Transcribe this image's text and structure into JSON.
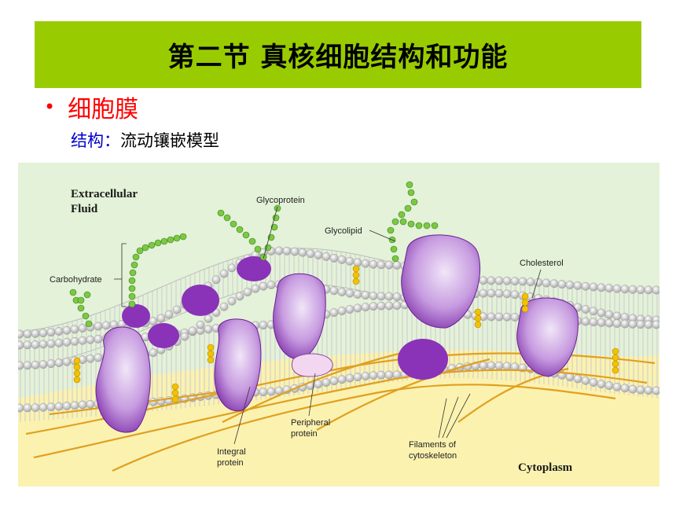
{
  "slide": {
    "title": "第二节 真核细胞结构和功能",
    "bullet": "•",
    "bullet_text": "细胞膜",
    "structure_label": "结构：",
    "structure_value": "流动镶嵌模型"
  },
  "diagram": {
    "labels": {
      "extracellular_1": "Extracellular",
      "extracellular_2": "Fluid",
      "glycoprotein": "Glycoprotein",
      "glycolipid": "Glycolipid",
      "cholesterol": "Cholesterol",
      "carbohydrate": "Carbohydrate",
      "peripheral_1": "Peripheral",
      "peripheral_2": "protein",
      "integral_1": "Integral",
      "integral_2": "protein",
      "filaments_1": "Filaments of",
      "filaments_2": "cytoskeleton",
      "cytoplasm": "Cytoplasm"
    },
    "colors": {
      "extracellular_bg": "#e3f2d8",
      "cytoplasm_bg": "#fbf2b0",
      "protein": "#9b3bc4",
      "protein_light": "#e8d8f2",
      "carbohydrate": "#7ac943",
      "cholesterol": "#f2c200",
      "filament": "#e0a020"
    }
  }
}
